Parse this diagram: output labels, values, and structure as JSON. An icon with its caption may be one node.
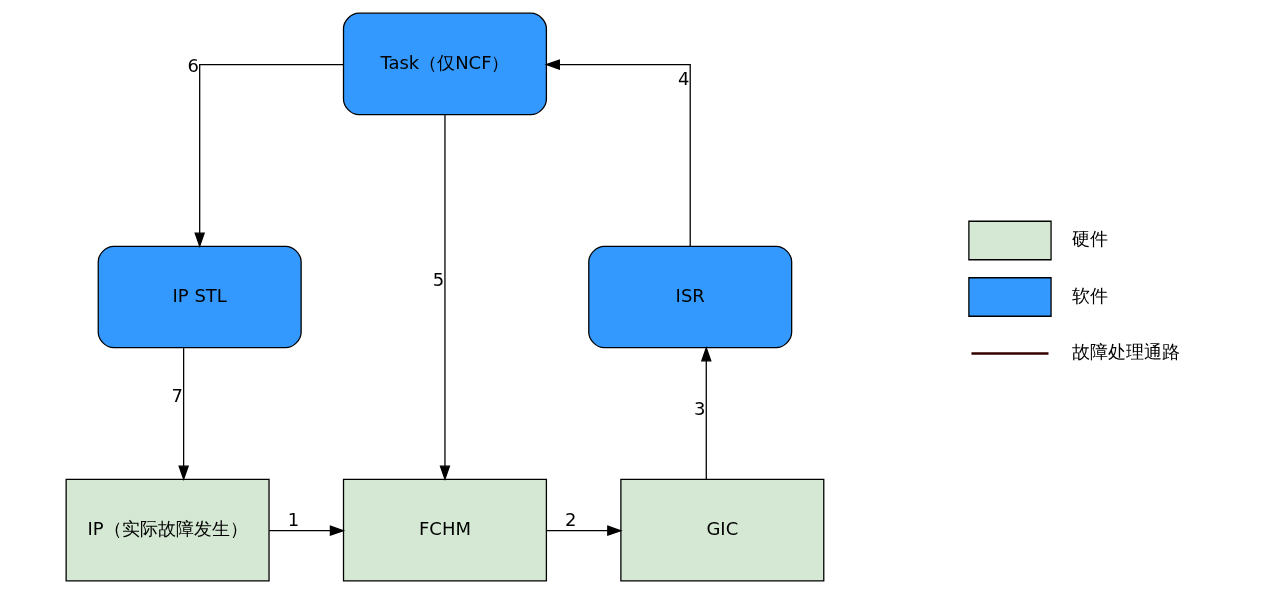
{
  "diagram": {
    "nodes": [
      {
        "text": [
          "Task（仅NCF）"
        ]
      },
      {
        "text": [
          "IP STL"
        ]
      },
      {
        "text": [
          "ISR"
        ]
      },
      {
        "text": [
          "IP（实际故障发生）"
        ]
      },
      {
        "text": [
          "FCHM"
        ]
      },
      {
        "text": [
          "GIC"
        ]
      }
    ],
    "edges": [
      {
        "from": 3,
        "to": 4,
        "arrow": "to",
        "label": "1"
      },
      {
        "from": 4,
        "to": 5,
        "arrow": "to",
        "label": "2"
      },
      {
        "from": 5,
        "to": 2,
        "arrow": "to",
        "label": "3"
      },
      {
        "from": 2,
        "to": 0,
        "arrow": "to",
        "label": "4"
      },
      {
        "from": 0,
        "to": 4,
        "arrow": "to",
        "label": "5"
      },
      {
        "from": 0,
        "to": 1,
        "arrow": "to",
        "label": "6"
      },
      {
        "from": 1,
        "to": 3,
        "arrow": "to",
        "label": "7"
      }
    ],
    "legend": [
      {
        "text": "硬件",
        "color": "#d5e8d4"
      },
      {
        "text": "软件",
        "color": "#3399ff"
      },
      {
        "text": "故障处理通路"
      }
    ]
  }
}
